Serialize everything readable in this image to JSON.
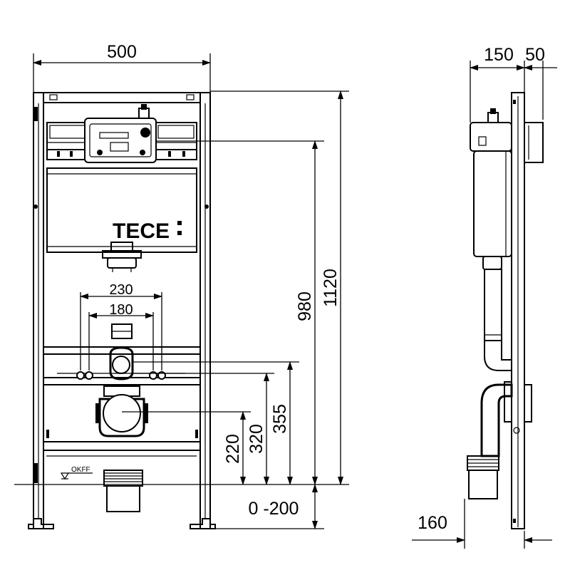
{
  "brand": {
    "logo_text": "TECE"
  },
  "floor_label": "OKFF",
  "dimensions": {
    "width_total": "500",
    "side_depth": "150",
    "side_panel": "50",
    "height_total": "1120",
    "height_frame": "980",
    "height_355": "355",
    "height_320": "320",
    "height_220": "220",
    "leg_adjust": "0 -200",
    "inlet_spacing_outer": "230",
    "inlet_spacing_inner": "180",
    "foot_depth": "160"
  }
}
